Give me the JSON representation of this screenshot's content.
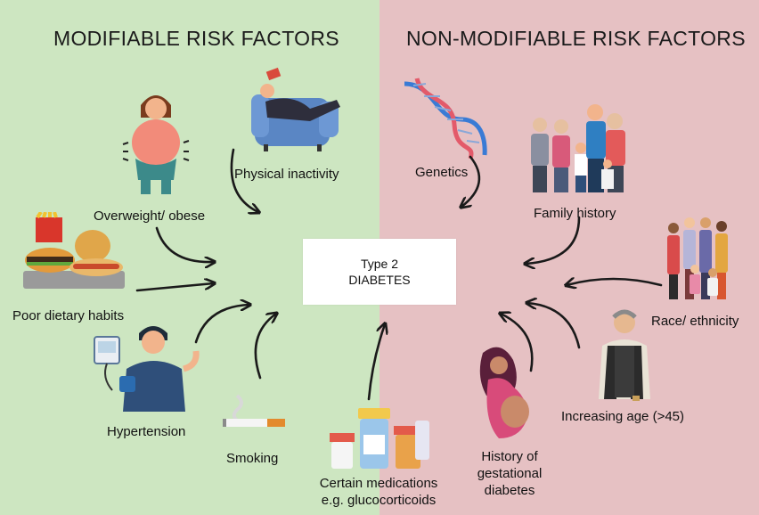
{
  "colors": {
    "modifiable_bg": "#cde6c1",
    "non_modifiable_bg": "#e6c1c3",
    "arrow": "#1a1a1a",
    "center_box": "#ffffff"
  },
  "headings": {
    "modifiable": "MODIFIABLE RISK FACTORS",
    "non_modifiable": "NON-MODIFIABLE RISK FACTORS"
  },
  "center": {
    "line1": "Type 2",
    "line2": "DIABETES"
  },
  "modifiable_factors": {
    "overweight": "Overweight/ obese",
    "inactivity": "Physical inactivity",
    "diet": "Poor dietary habits",
    "hypertension": "Hypertension",
    "smoking": "Smoking",
    "medications_1": "Certain medications",
    "medications_2": "e.g. glucocorticoids"
  },
  "non_modifiable_factors": {
    "genetics": "Genetics",
    "family": "Family history",
    "race": "Race/ ethnicity",
    "age": "Increasing age (>45)",
    "gestational_1": "History of",
    "gestational_2": "gestational",
    "gestational_3": "diabetes"
  },
  "icons": [
    "obese-person-icon",
    "couch-reader-icon",
    "junk-food-icon",
    "blood-pressure-monitor-icon",
    "man-icon",
    "cigarette-icon",
    "pill-bottles-icon",
    "dna-helix-icon",
    "family-group-icon",
    "diverse-people-icon",
    "elderly-man-icon",
    "pregnant-woman-icon"
  ]
}
